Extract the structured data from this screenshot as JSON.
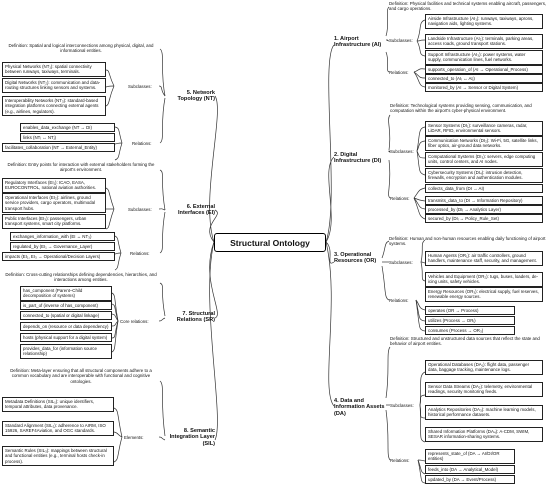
{
  "center": "Structural Ontology",
  "branches": {
    "airport": {
      "num": "1.",
      "title": "Airport Infrastructure (AI)",
      "definition": "Definition: Physical facilities and technical systems enabling aircraft, passengers, and cargo operations.",
      "subclasses_label": "Subclasses:",
      "subclasses": [
        "Airside Infrastructure (AI₁): runways, taxiways, aprons, navigation aids, lighting systems.",
        "Landside Infrastructure (AI₂): terminals, parking areas, access roads, ground transport stations.",
        "Support Infrastructure (AI₃): power systems, water supply, communication lines, fuel networks."
      ],
      "relations_label": "Relations:",
      "relations": [
        "supports_operation_of (AI → Operational_Process)",
        "connected_to (AIᵢ ↔ AIⱼ)",
        "monitored_by (AI → Sensor or Digital System)"
      ]
    },
    "digital": {
      "num": "2.",
      "title": "Digital Infrastructure (DI)",
      "definition": "Definition: Technological systems providing sensing, communication, and computation within the airport's cyber-physical environment.",
      "subclasses_label": "Subclasses:",
      "subclasses": [
        "Sensor Systems (DI₁): surveillance cameras, radar, LiDAR, RFID, environmental sensors.",
        "Communication Networks (DI₂): Wi-Fi, 5G, satellite links, fiber optics, air-ground data networks.",
        "Computational Systems (DI₃): servers, edge computing units, control centers, and AI nodes.",
        "Cybersecurity Systems (DI₄): intrusion detection, firewalls, encryption and authentication modules."
      ],
      "relations_label": "Relations:",
      "relations": [
        "collects_data_from (DI → AI)",
        "transmits_data_to (DI → Information Repository)",
        "processed_by (DIᵢ → Analytics Layer)",
        "secured_by (DIᵢ → Policy_Rule_Set)"
      ]
    },
    "operational": {
      "num": "3.",
      "title": "Operational Resources (OR)",
      "definition": "Definition: Human and non-human resources enabling daily functioning of airport systems.",
      "subclasses_label": "Subclasses:",
      "subclasses": [
        "Human Agents (OR₁): air traffic controllers, ground handlers, maintenance staff, security, and management.",
        "Vehicles and Equipment (OR₂): tugs, buses, loaders, de-icing units, safety vehicles.",
        "Energy Resources (OR₃): electrical supply, fuel reserves, renewable energy sources."
      ],
      "relations_label": "Relations:",
      "relations": [
        "operates (OR → Process)",
        "utilizes (Process → ORᵢ)",
        "consumes (Process → OR₃)"
      ]
    },
    "data": {
      "num": "4.",
      "title": "Data and Information Assets (DA)",
      "definition": "Definition: Structured and unstructured data sources that reflect the state and behavior of airport entities.",
      "subclasses_label": "Subclasses:",
      "subclasses": [
        "Operational Databases (DA₁): flight data, passenger data, baggage tracking, maintenance logs.",
        "Sensor Data Streams (DA₂): telemetry, environmental readings, security monitoring feeds.",
        "Analytics Repositories (DA₃): machine learning models, historical performance datasets.",
        "Shared Information Platforms (DA₄): A-CDM, SWIM, SESAR information-sharing systems."
      ],
      "relations_label": "Relations:",
      "relations": [
        "represents_state_of (DA → AI/DI/OR entities)",
        "feeds_into (DA → Analytical_Model)",
        "updated_by (DA → Event/Process)"
      ]
    },
    "network": {
      "num": "5.",
      "title": "Network Topology (NT)",
      "definition": "Definition: Spatial and logical interconnections among physical, digital, and informational entities.",
      "subclasses_label": "Subclasses:",
      "subclasses": [
        "Physical Networks (NT₁): spatial connectivity between runways, taxiways, terminals.",
        "Digital Networks (NT₂): communication and data-routing structures linking sensors and systems.",
        "Interoperability Networks (NT₃): standard-based integration platforms connecting external agents (e.g., airlines, regulators)."
      ],
      "relations_label": "Relations:",
      "relations": [
        "enables_data_exchange (NT → DI)",
        "links (NTᵢ ↔ NTⱼ)",
        "facilitates_collaboration (NT → External_Entity)"
      ]
    },
    "external": {
      "num": "6.",
      "title": "External Interfaces (EI)",
      "definition": "Definition: Entry points for interaction with external stakeholders forming the airport's environment.",
      "subclasses_label": "Subclasses:",
      "subclasses": [
        "Regulatory Interfaces (EI₁): ICAO, EASA, EUROCONTROL, national aviation authorities.",
        "Operational Interfaces (EI₂): airlines, ground service providers, cargo operators, multimodal transport hubs.",
        "Public Interfaces (EI₃): passengers, urban transport systems, smart city platforms."
      ],
      "relations_label": "Relations:",
      "relations": [
        "exchanges_information_with (EI ↔ NT₃)",
        "regulated_by (EI₁ → Governance_Layer)",
        "impacts (EI₁, EI₃ → Operational/Decision Layers)"
      ]
    },
    "structural": {
      "num": "7.",
      "title": "Structural Relations (SR)",
      "definition": "Definition: Cross-cutting relationships defining dependencies, hierarchies, and interactions among entities.",
      "core_label": "Core relations:",
      "core": [
        "has_component (Parent–Child decomposition of systems)",
        "is_part_of (inverse of has_component)",
        "connected_to (spatial or digital linkage)",
        "depends_on (resource or data dependency)",
        "hosts (physical support for a digital system)",
        "provides_data_for (information source relationship)"
      ]
    },
    "semantic": {
      "num": "8.",
      "title": "Semantic Integration Layer (SIL)",
      "definition": "Definition: Meta-layer ensuring that all structural components adhere to a common vocabulary and are interoperable with functional and cognitive ontologies.",
      "elements_label": "Elements:",
      "elements": [
        "Metadata Definitions (SIL₁): unique identifiers, temporal attributes, data provenance.",
        "Standard Alignment (SIL₂): adherence to AIRM, ISO 15926, SAREF4Aviation, and OGC standards.",
        "Semantic Rules (SIL₃): mappings between structural and functional entities (e.g., terminal hosts check-in process)."
      ]
    }
  }
}
